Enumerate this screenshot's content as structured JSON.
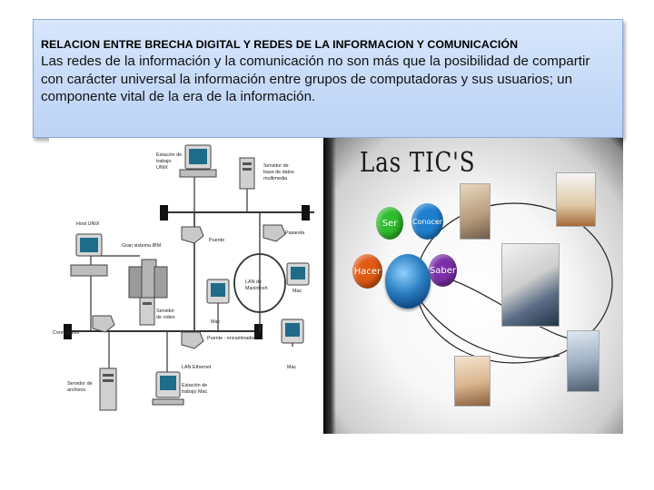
{
  "slide": {
    "title": "RELACION ENTRE BRECHA DIGITAL Y REDES DE LA INFORMACION Y COMUNICACIÓN",
    "body": "Las redes de la información y la comunicación no son más que la posibilidad de compartir con carácter universal la información entre grupos de computadoras y sus usuarios; un componente vital de la era de la información."
  },
  "network_diagram": {
    "labels": {
      "workstation": [
        "Estación de",
        "trabajo",
        "UNIX"
      ],
      "multimedia_server": [
        "Servidor de",
        "base de datos",
        "multimedia"
      ],
      "unix_host": [
        "Host UNIX"
      ],
      "ibm_system": [
        "Gran sistema IBM"
      ],
      "bridge": [
        "Puente"
      ],
      "gateway": [
        "Pasarela"
      ],
      "lan_mac": [
        "LAN de",
        "Macintosh"
      ],
      "mac_right": [
        "Mac"
      ],
      "video_server": [
        "Servidor",
        "de vídeo"
      ],
      "mac_center": [
        "Mac"
      ],
      "router_bridge": [
        "Puente - encaminador"
      ],
      "switch": [
        "Conmutador"
      ],
      "mac_bottom": [
        "Mac"
      ],
      "ethernet": [
        "LAN Ethernet"
      ],
      "file_server": [
        "Servidor de",
        "archivos"
      ],
      "mac_workstation": [
        "Estación de",
        "trabajo Mac"
      ]
    }
  },
  "tics": {
    "title": "Las TIC'S",
    "bubbles": {
      "ser": "Ser",
      "conocer": "Conocer",
      "hacer": "Hacer",
      "saber": "Saber"
    },
    "colors": {
      "ser": "#2ebc2e",
      "conocer": "#1f7fcf",
      "hacer": "#e05a14",
      "saber": "#7b2fa8"
    }
  }
}
